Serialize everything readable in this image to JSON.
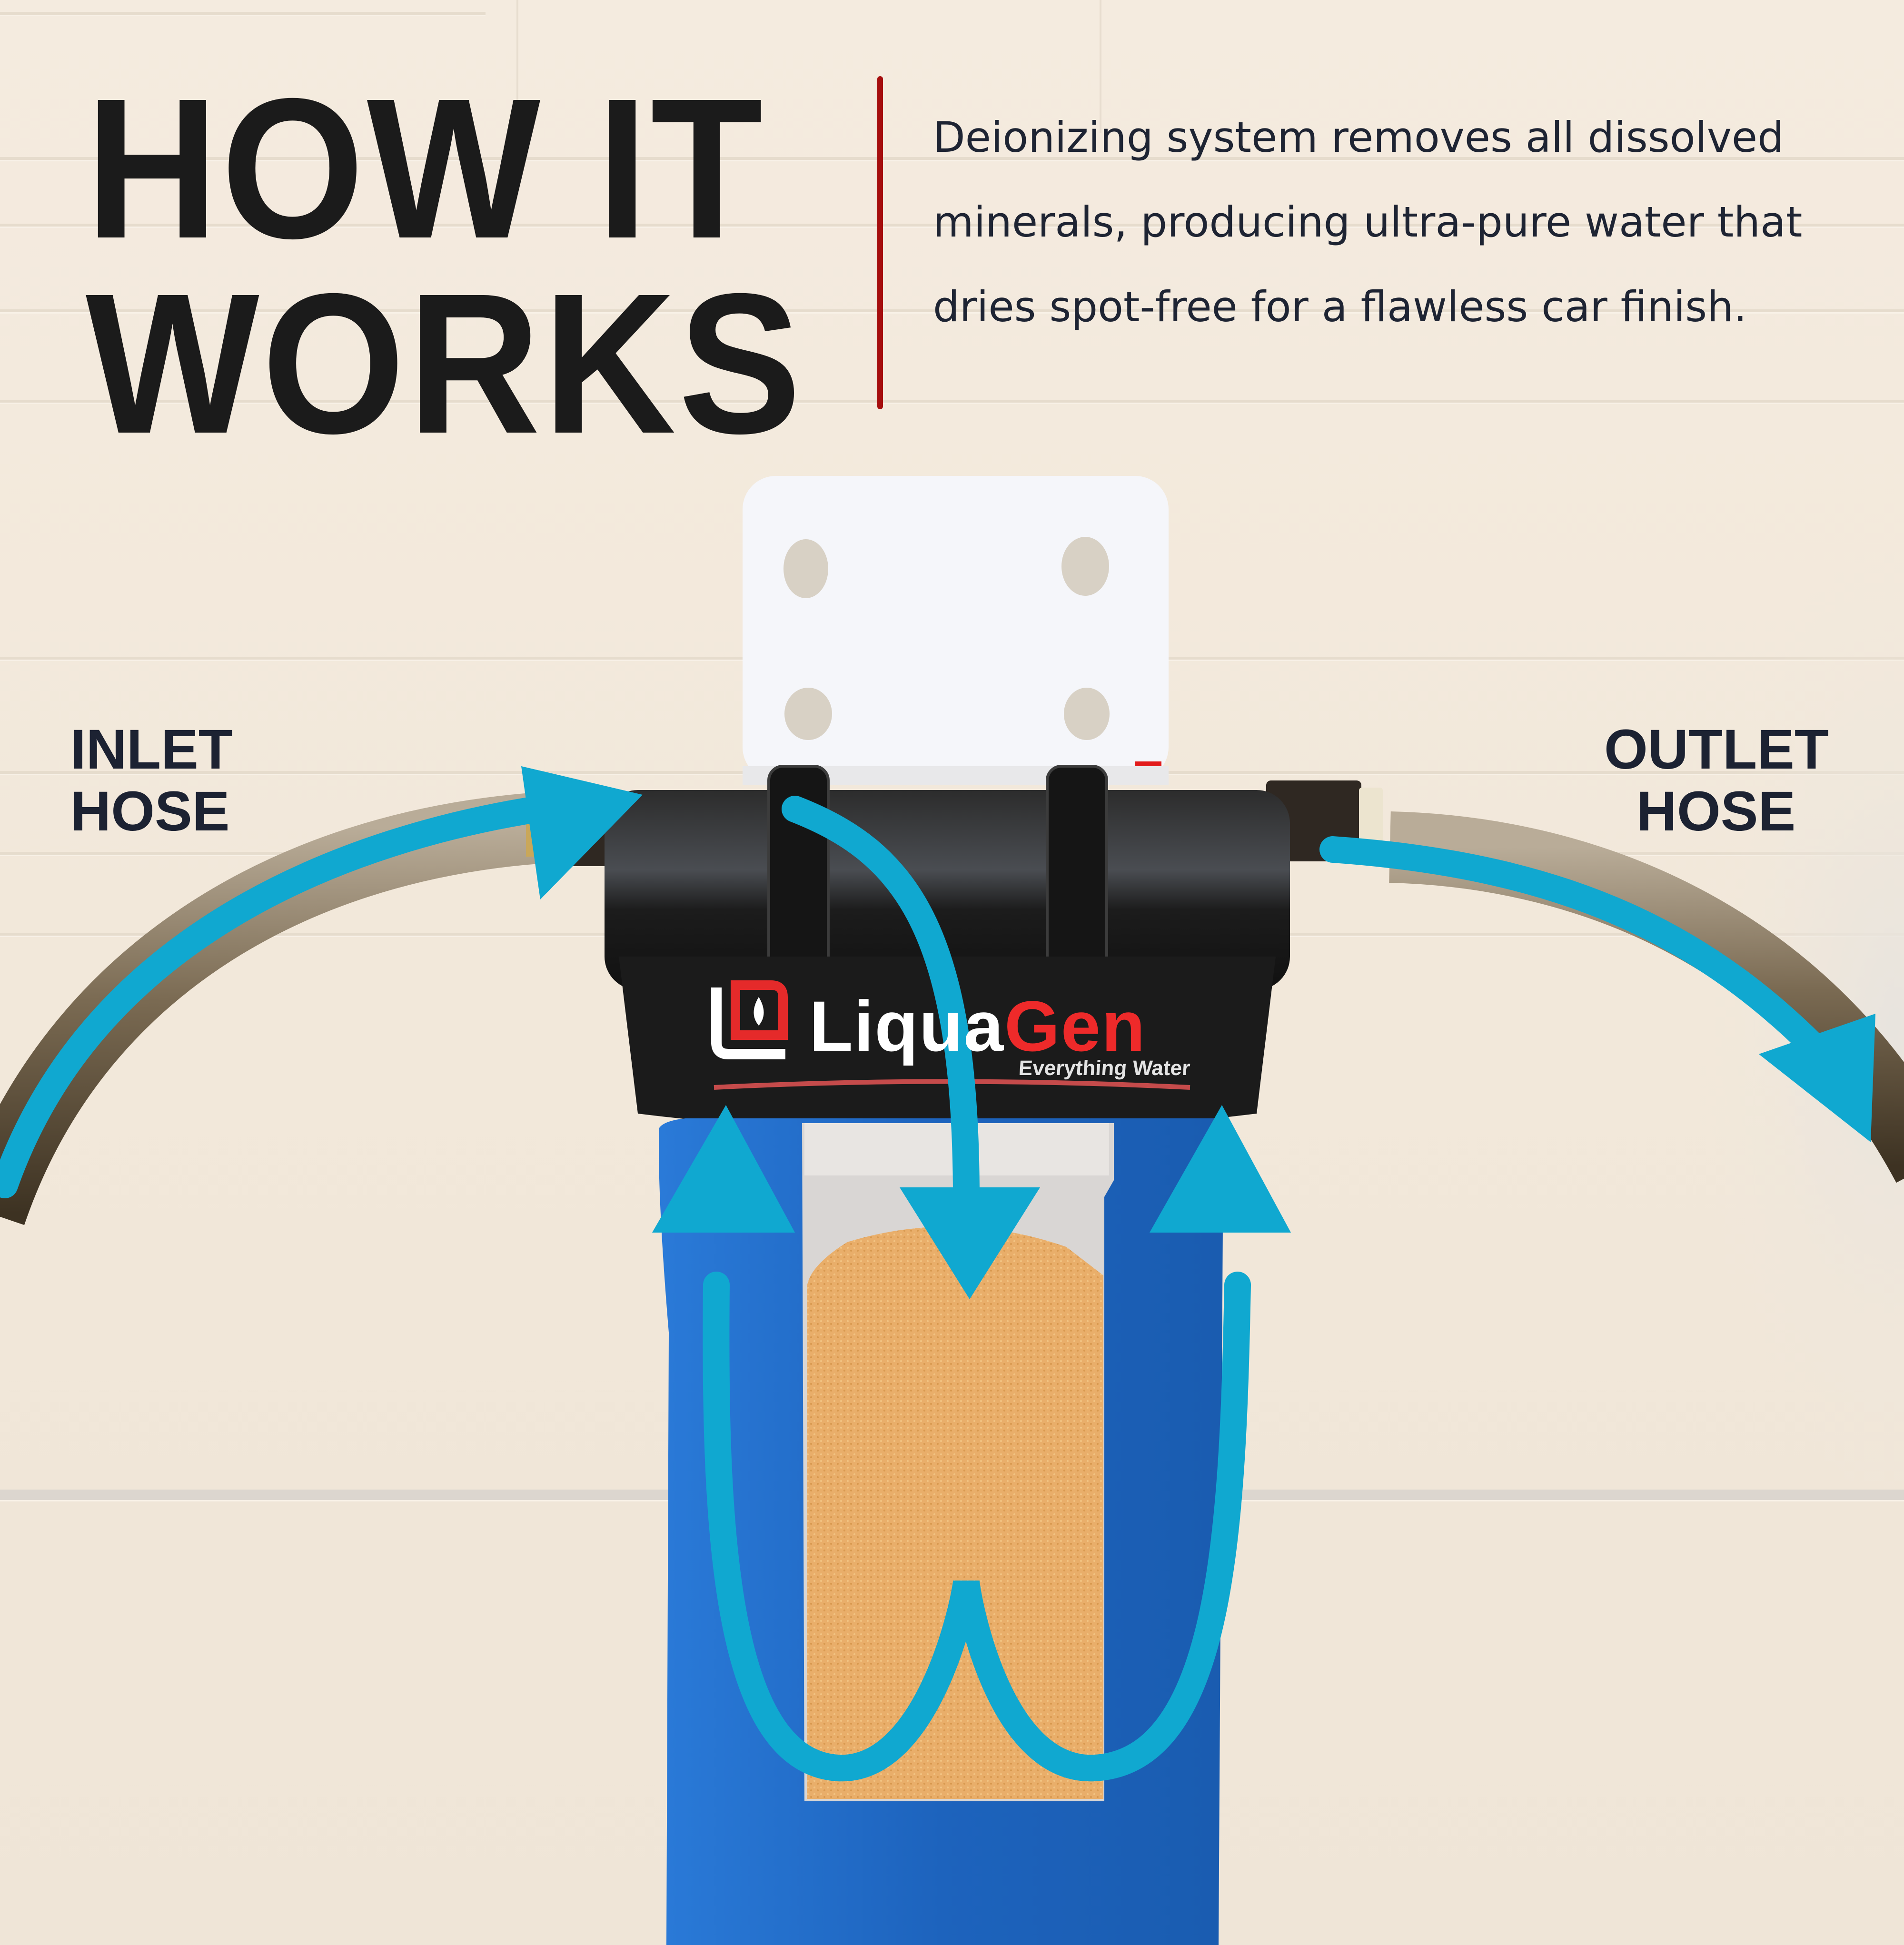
{
  "header": {
    "title_line1": "HOW IT",
    "title_line2": "WORKS",
    "description": "Deionizing system removes all dissolved minerals, producing ultra-pure water that dries spot-free for a flawless car finish."
  },
  "labels": {
    "inlet_line1": "INLET",
    "inlet_line2": "HOSE",
    "outlet_line1": "OUTLET",
    "outlet_line2": "HOSE"
  },
  "product": {
    "brand_part1": "Liqua",
    "brand_part2": "Gen",
    "tagline": "Everything Water",
    "logo_icon": "water-drop-icon"
  },
  "flow_arrows": [
    {
      "name": "inlet-arrow",
      "direction": "into-filter-head"
    },
    {
      "name": "down-arrow",
      "direction": "down-center-tube"
    },
    {
      "name": "left-up-arrow",
      "direction": "up-left-side"
    },
    {
      "name": "right-up-arrow",
      "direction": "up-right-side"
    },
    {
      "name": "outlet-arrow",
      "direction": "out-of-filter-head"
    }
  ],
  "colors": {
    "background": "#f3eadd",
    "headline": "#1b1b1b",
    "divider": "#a50e0e",
    "body_text": "#1e2433",
    "arrow": "#10a8d0",
    "housing_blue": "#1f6fc9",
    "resin": "#e8ad68",
    "head_black": "#1a1a1a",
    "brand_red": "#ee2a2a"
  }
}
